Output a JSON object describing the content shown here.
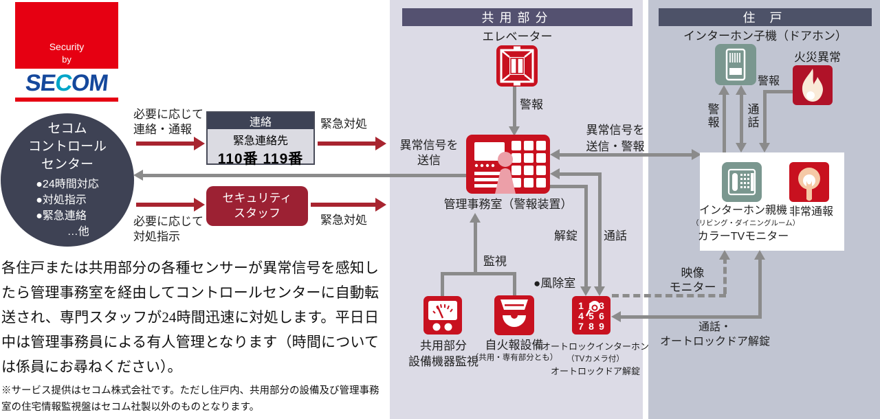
{
  "logo": {
    "security": "Security",
    "by": "by",
    "se": "SE",
    "c": "C",
    "om": "OM"
  },
  "control_center": {
    "lines": [
      "セコム",
      "コントロール",
      "センター"
    ],
    "bullets": [
      "●24時間対応",
      "●対処指示",
      "●緊急連絡",
      "…他"
    ]
  },
  "left": {
    "note_top": [
      "必要に応じて",
      "連絡・通報"
    ],
    "note_bottom": [
      "必要に応じて",
      "対処指示"
    ],
    "emergency_top": "緊急対処",
    "emergency_bottom": "緊急対処",
    "contact": {
      "header": "連絡",
      "line1": "緊急連絡先",
      "line2": "110番 119番"
    },
    "staff": [
      "セキュリティ",
      "スタッフ"
    ],
    "paragraph": "各住戸または共用部分の各種センサーが異常信号を感知したら管理事務室を経由してコントロールセンターに自動転送され、専門スタッフが24時間迅速に対処します。平日日中は管理事務員による有人管理となります（時間については係員にお尋ねください）。",
    "footnote": "※サービス提供はセコム株式会社です。ただし住戸内、共用部分の設備及び管理事務室の住宅情報監視盤はセコム社製以外のものとなります。"
  },
  "common": {
    "header": "共用部分",
    "elevator": "エレベーター",
    "alarm": "警報",
    "office": "管理事務室（警報装置）",
    "signal": [
      "異常信号を",
      "送信"
    ],
    "monitor": "監視",
    "meter": [
      "共用部分",
      "設備機器監視"
    ],
    "fire_equip": [
      "自火報設備",
      "（共用・専有部分とも）"
    ],
    "windbreak": "●風除室",
    "keypad": [
      "オートロックインターホン",
      "（TVカメラ付）",
      "オートロックドア解錠"
    ],
    "unlock": "解錠",
    "call": "通話"
  },
  "dwelling": {
    "header": "住 戸",
    "doorphone": "インターホン子機（ドアホン）",
    "fire_alert": "火災異常",
    "alarm_h": "警報",
    "alarm_v": "警報",
    "call_v": "通話",
    "signal": [
      "異常信号を",
      "送信・警報"
    ],
    "intercom": [
      "インターホン親機",
      "（リビング・ダイニングルーム）",
      "カラーTVモニター"
    ],
    "emergency": "非常通報",
    "video": [
      "映像",
      "モニター"
    ],
    "call_unlock": [
      "通話・",
      "オートロックドア解錠"
    ]
  },
  "colors": {
    "secom_red": "#e60012",
    "icon_red": "#c8111f",
    "dark_red": "#9c2133",
    "flame_box": "#b01228",
    "navy": "#3e4254",
    "header_common": "#545170",
    "header_dwelling": "#4d5268",
    "teal": "#7a978f",
    "arrow_gray": "#8b8b8b",
    "arrow_red": "#a8242f",
    "bg_common": "#dcdbe6",
    "bg_dwelling": "#c1c5d2"
  }
}
